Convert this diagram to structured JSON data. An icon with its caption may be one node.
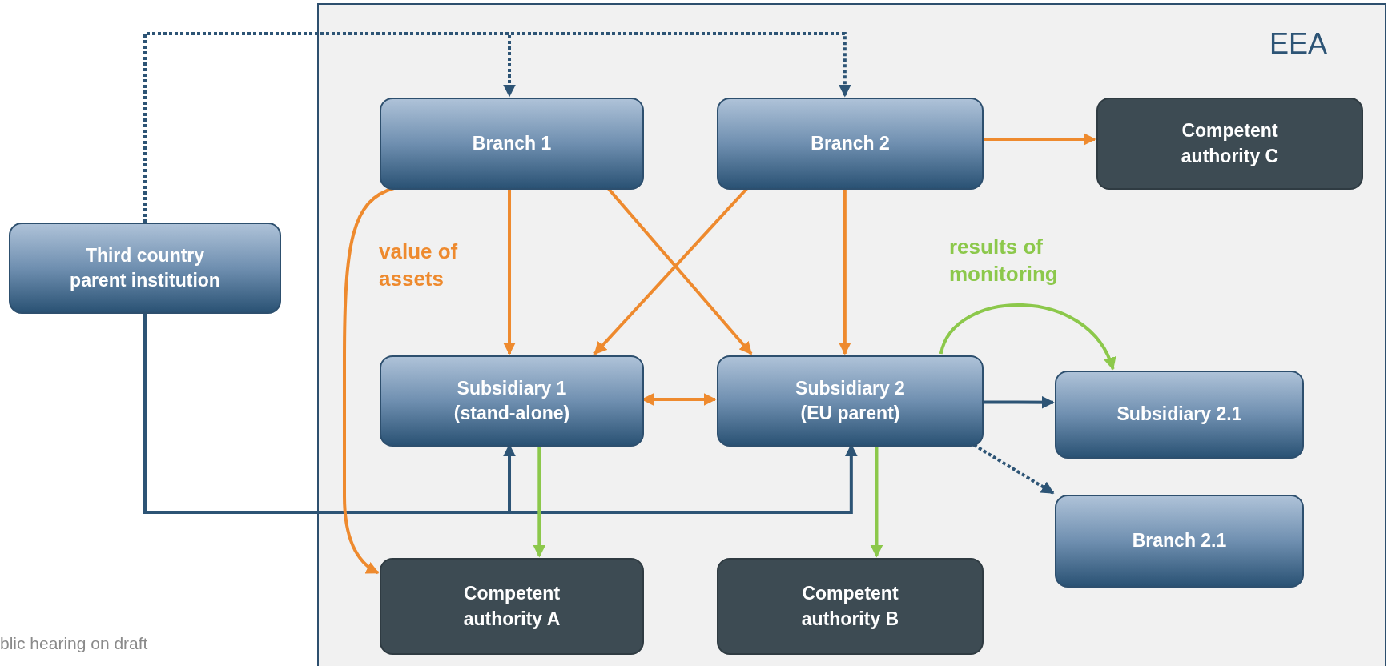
{
  "diagram": {
    "nodes": [
      {
        "text": [
          "EEA"
        ]
      },
      {
        "text": [
          "Branch 1"
        ],
        "in": 0
      },
      {
        "text": [
          "Branch 2"
        ],
        "in": 0
      },
      {
        "text": [
          "Competent authority C"
        ],
        "in": 0
      },
      {
        "text": [
          "Third country parent institution"
        ]
      },
      {
        "text": [
          "Subsidiary 1 (stand-alone)"
        ],
        "in": 0
      },
      {
        "text": [
          "Subsidiary 2 (EU parent)"
        ],
        "in": 0
      },
      {
        "text": [
          "Subsidiary 2.1"
        ],
        "in": 0
      },
      {
        "text": [
          "Branch 2.1"
        ],
        "in": 0
      },
      {
        "text": [
          "Competent authority A"
        ],
        "in": 0
      },
      {
        "text": [
          "Competent authority B"
        ],
        "in": 0
      }
    ],
    "edges": [
      {
        "from": 4,
        "to": 1,
        "arrow": "to",
        "style": "dashed",
        "color": "#2d5475"
      },
      {
        "from": 4,
        "to": 2,
        "arrow": "to",
        "style": "dashed",
        "color": "#2d5475"
      },
      {
        "from": 4,
        "to": 5,
        "arrow": "to",
        "color": "#2d5475"
      },
      {
        "from": 4,
        "to": 6,
        "arrow": "to",
        "color": "#2d5475"
      },
      {
        "from": 1,
        "to": 5,
        "arrow": "to"
      },
      {
        "from": 1,
        "to": 6,
        "arrow": "to"
      },
      {
        "from": 2,
        "to": 5,
        "arrow": "to"
      },
      {
        "from": 2,
        "to": 6,
        "arrow": "to"
      },
      {
        "from": 2,
        "to": 3,
        "arrow": "to"
      },
      {
        "from": 1,
        "to": 9,
        "arrow": "to"
      },
      {
        "from": 5,
        "to": 6,
        "arrow": "both"
      },
      {
        "from": 6,
        "to": 7,
        "arrow": "to",
        "color": "#2d5475"
      },
      {
        "from": 6,
        "to": 8,
        "arrow": "to",
        "style": "dashed",
        "color": "#2d5475"
      },
      {
        "from": 5,
        "to": 9,
        "arrow": "to",
        "color": "#8cc84b"
      },
      {
        "from": 6,
        "to": 10,
        "arrow": "to",
        "color": "#8cc84b"
      },
      {
        "from": 6,
        "to": 7,
        "arrow": "to",
        "label": "results of monitoring",
        "color": "#8cc84b"
      }
    ],
    "labels": [
      "value of assets",
      "blic hearing on draft"
    ]
  }
}
